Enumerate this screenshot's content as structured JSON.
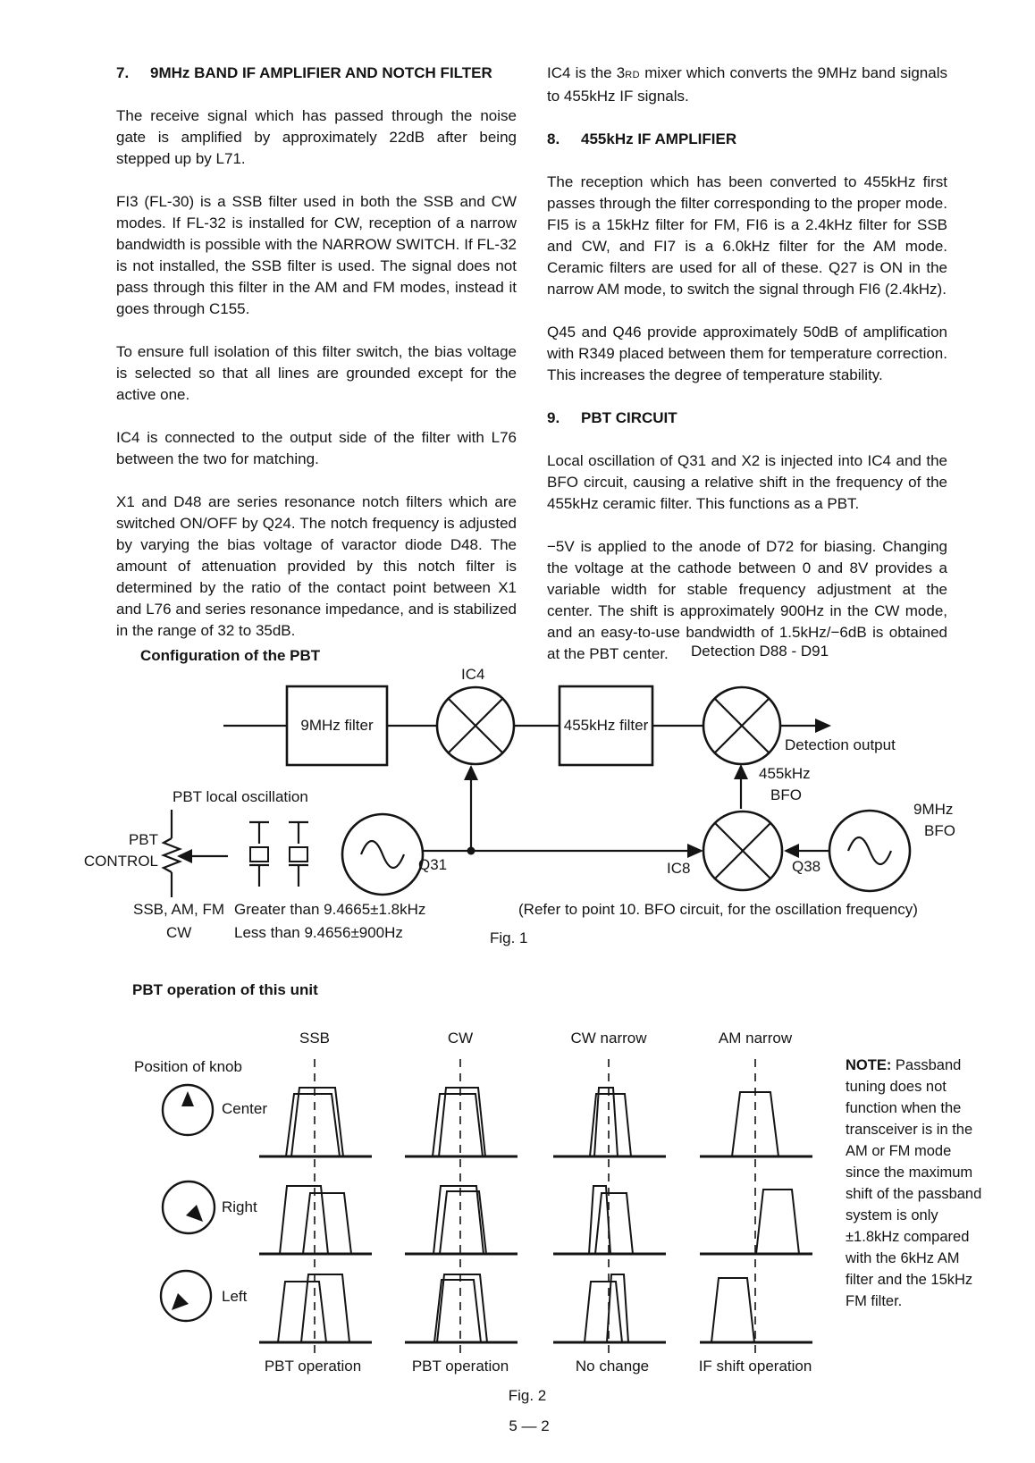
{
  "page_number": "5 — 2",
  "left_column": {
    "heading_num": "7.",
    "heading": "9MHz BAND IF AMPLIFIER AND NOTCH FILTER",
    "p1": "The receive signal which has passed through the noise gate is amplified by approximately 22dB after being stepped up by L71.",
    "p2": "FI3 (FL-30) is a SSB filter used in both the SSB and CW modes. If FL-32 is installed for CW, reception of a narrow bandwidth is possible with the NARROW SWITCH. If FL-32 is not installed, the SSB filter is used. The signal does not pass through this filter in the AM and FM modes, instead it goes through C155.",
    "p3": "To ensure full isolation of this filter switch, the bias voltage is selected so that all lines are grounded except for the active one.",
    "p4": "IC4 is connected to the output side of the filter with L76 between the two for matching.",
    "p5": "X1 and D48 are series resonance notch filters which are switched ON/OFF by Q24. The notch frequency is adjusted by varying the bias voltage of varactor diode D48. The amount of attenuation provided by this notch filter is determined by the ratio of the contact point between X1 and L76 and series resonance impedance, and is stabilized in the range of 32 to 35dB."
  },
  "right_column": {
    "p1_prefix": "IC4 is the 3",
    "p1_ord": "RD",
    "p1_rest": " mixer which converts the 9MHz band signals to 455kHz IF signals.",
    "heading8_num": "8.",
    "heading8": "455kHz IF AMPLIFIER",
    "p2": "The reception which has been converted to 455kHz first passes through the filter corresponding to the proper mode. FI5 is a 15kHz filter for FM, FI6 is a 2.4kHz filter for SSB and CW, and FI7 is a 6.0kHz filter for the AM mode. Ceramic filters are used for all of these. Q27 is ON in the narrow AM mode, to switch the signal through FI6 (2.4kHz).",
    "p3": "Q45 and Q46 provide approximately 50dB of amplification with R349 placed between them for temperature correction. This increases the degree of temperature stability.",
    "heading9_num": "9.",
    "heading9": "PBT CIRCUIT",
    "p4": "Local oscillation of Q31 and X2 is injected into IC4 and the BFO circuit, causing a relative shift in the frequency of the 455kHz ceramic filter. This functions as a PBT.",
    "p5": "−5V is applied to the anode of D72 for biasing. Changing the voltage at the cathode between 0 and 8V provides a variable width for stable frequency adjustment at the center. The shift is approximately 900Hz in the CW mode, and an easy-to-use bandwidth of 1.5kHz/−6dB is obtained at the PBT center."
  },
  "fig1": {
    "title": "Configuration of the PBT",
    "detection_label": "Detection D88 - D91",
    "ic4_label": "IC4",
    "box1": "9MHz filter",
    "box2": "455kHz filter",
    "detection_output": "Detection output",
    "bfo455_line1": "455kHz",
    "bfo455_line2": "BFO",
    "ic8_label": "IC8",
    "q38_label": "Q38",
    "bfo9_line1": "9MHz",
    "bfo9_line2": "BFO",
    "q31_label": "Q31",
    "pbt_local_osc": "PBT local oscillation",
    "pbt_line1": "PBT",
    "pbt_line2": "CONTROL",
    "mode_row1_label": "SSB, AM, FM",
    "mode_row1_value": "Greater than 9.4665±1.8kHz",
    "mode_row2_label": "CW",
    "mode_row2_value": "Less than 9.4656±900Hz",
    "refer_note": "(Refer to point 10. BFO circuit, for the oscillation frequency)",
    "caption": "Fig. 1"
  },
  "fig2": {
    "title": "PBT operation of this unit",
    "position_label": "Position of knob",
    "columns": [
      "SSB",
      "CW",
      "CW narrow",
      "AM narrow"
    ],
    "rows": [
      "Center",
      "Right",
      "Left"
    ],
    "bottom_labels": [
      "PBT operation",
      "PBT operation",
      "No change",
      "IF shift operation"
    ],
    "note_bold": "NOTE:",
    "note_text": " Passband tuning does not function when the transceiver is in the AM or FM mode since the maximum shift of the passband system is only ±1.8kHz compared with the 6kHz AM filter and the 15kHz FM filter."
  },
  "fig2_caption": "Fig. 2"
}
